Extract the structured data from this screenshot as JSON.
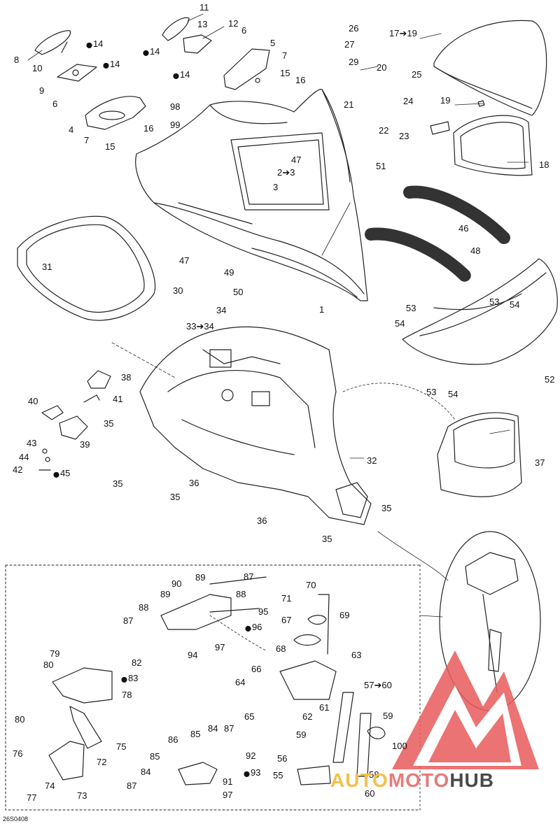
{
  "diagram": {
    "code": "26S0408",
    "labels": [
      {
        "id": "l11",
        "text": "11"
      },
      {
        "id": "l12",
        "text": "12"
      },
      {
        "id": "l13",
        "text": "13"
      },
      {
        "id": "l6a",
        "text": "6"
      },
      {
        "id": "l14a",
        "text": "14",
        "drop": true
      },
      {
        "id": "l14b",
        "text": "14",
        "drop": true
      },
      {
        "id": "l8",
        "text": "8"
      },
      {
        "id": "l10",
        "text": "10"
      },
      {
        "id": "l14c",
        "text": "14",
        "drop": true
      },
      {
        "id": "l9",
        "text": "9"
      },
      {
        "id": "l6b",
        "text": "6"
      },
      {
        "id": "l4",
        "text": "4"
      },
      {
        "id": "l16a",
        "text": "16"
      },
      {
        "id": "l7a",
        "text": "7"
      },
      {
        "id": "l15a",
        "text": "15"
      },
      {
        "id": "l5",
        "text": "5"
      },
      {
        "id": "l7b",
        "text": "7"
      },
      {
        "id": "l14d",
        "text": "14",
        "drop": true
      },
      {
        "id": "l15b",
        "text": "15"
      },
      {
        "id": "l16b",
        "text": "16"
      },
      {
        "id": "l26",
        "text": "26"
      },
      {
        "id": "l27",
        "text": "27"
      },
      {
        "id": "l29",
        "text": "29"
      },
      {
        "id": "l17",
        "text": "17➔19"
      },
      {
        "id": "l20",
        "text": "20"
      },
      {
        "id": "l25",
        "text": "25"
      },
      {
        "id": "l21",
        "text": "21"
      },
      {
        "id": "l24",
        "text": "24"
      },
      {
        "id": "l22",
        "text": "22"
      },
      {
        "id": "l23",
        "text": "23"
      },
      {
        "id": "l19",
        "text": "19"
      },
      {
        "id": "l18",
        "text": "18"
      },
      {
        "id": "l98",
        "text": "98"
      },
      {
        "id": "l99",
        "text": "99"
      },
      {
        "id": "l47a",
        "text": "47"
      },
      {
        "id": "l2",
        "text": "2➔3"
      },
      {
        "id": "l3",
        "text": "3"
      },
      {
        "id": "l51",
        "text": "51"
      },
      {
        "id": "l46",
        "text": "46"
      },
      {
        "id": "l48",
        "text": "48"
      },
      {
        "id": "l31",
        "text": "31"
      },
      {
        "id": "l30",
        "text": "30"
      },
      {
        "id": "l47b",
        "text": "47"
      },
      {
        "id": "l49",
        "text": "49"
      },
      {
        "id": "l50",
        "text": "50"
      },
      {
        "id": "l1",
        "text": "1"
      },
      {
        "id": "l53a",
        "text": "53"
      },
      {
        "id": "l54a",
        "text": "54"
      },
      {
        "id": "l53b",
        "text": "53"
      },
      {
        "id": "l54b",
        "text": "54"
      },
      {
        "id": "l52",
        "text": "52"
      },
      {
        "id": "l53c",
        "text": "53"
      },
      {
        "id": "l54c",
        "text": "54"
      },
      {
        "id": "l34",
        "text": "34"
      },
      {
        "id": "l33",
        "text": "33➔34"
      },
      {
        "id": "l38",
        "text": "38"
      },
      {
        "id": "l40",
        "text": "40"
      },
      {
        "id": "l41",
        "text": "41"
      },
      {
        "id": "l35a",
        "text": "35"
      },
      {
        "id": "l39",
        "text": "39"
      },
      {
        "id": "l43",
        "text": "43"
      },
      {
        "id": "l44",
        "text": "44"
      },
      {
        "id": "l42",
        "text": "42"
      },
      {
        "id": "l45",
        "text": "45",
        "drop": true
      },
      {
        "id": "l32",
        "text": "32"
      },
      {
        "id": "l37",
        "text": "37"
      },
      {
        "id": "l35b",
        "text": "35"
      },
      {
        "id": "l36a",
        "text": "36"
      },
      {
        "id": "l35c",
        "text": "35"
      },
      {
        "id": "l36b",
        "text": "36"
      },
      {
        "id": "l35d",
        "text": "35"
      },
      {
        "id": "l35e",
        "text": "35"
      },
      {
        "id": "l90",
        "text": "90"
      },
      {
        "id": "l89a",
        "text": "89"
      },
      {
        "id": "l87a",
        "text": "87"
      },
      {
        "id": "l89b",
        "text": "89"
      },
      {
        "id": "l88a",
        "text": "88"
      },
      {
        "id": "l88b",
        "text": "88"
      },
      {
        "id": "l95",
        "text": "95"
      },
      {
        "id": "l87b",
        "text": "87"
      },
      {
        "id": "l96",
        "text": "96",
        "drop": true
      },
      {
        "id": "l94",
        "text": "94"
      },
      {
        "id": "l97a",
        "text": "97"
      },
      {
        "id": "l70",
        "text": "70"
      },
      {
        "id": "l71",
        "text": "71"
      },
      {
        "id": "l67",
        "text": "67"
      },
      {
        "id": "l69",
        "text": "69"
      },
      {
        "id": "l68",
        "text": "68"
      },
      {
        "id": "l63",
        "text": "63"
      },
      {
        "id": "l79",
        "text": "79"
      },
      {
        "id": "l80a",
        "text": "80"
      },
      {
        "id": "l82",
        "text": "82"
      },
      {
        "id": "l83",
        "text": "83",
        "drop": true
      },
      {
        "id": "l78",
        "text": "78"
      },
      {
        "id": "l80b",
        "text": "80"
      },
      {
        "id": "l66",
        "text": "66"
      },
      {
        "id": "l64",
        "text": "64"
      },
      {
        "id": "l65",
        "text": "65"
      },
      {
        "id": "l61",
        "text": "61"
      },
      {
        "id": "l62",
        "text": "62"
      },
      {
        "id": "l57",
        "text": "57➔60"
      },
      {
        "id": "l59a",
        "text": "59"
      },
      {
        "id": "l75",
        "text": "75"
      },
      {
        "id": "l72",
        "text": "72"
      },
      {
        "id": "l76",
        "text": "76"
      },
      {
        "id": "l74",
        "text": "74"
      },
      {
        "id": "l73",
        "text": "73"
      },
      {
        "id": "l77",
        "text": "77"
      },
      {
        "id": "l86",
        "text": "86"
      },
      {
        "id": "l85a",
        "text": "85"
      },
      {
        "id": "l84a",
        "text": "84"
      },
      {
        "id": "l87c",
        "text": "87"
      },
      {
        "id": "l85b",
        "text": "85"
      },
      {
        "id": "l92",
        "text": "92"
      },
      {
        "id": "l93",
        "text": "93",
        "drop": true
      },
      {
        "id": "l84b",
        "text": "84"
      },
      {
        "id": "l91",
        "text": "91"
      },
      {
        "id": "l87d",
        "text": "87"
      },
      {
        "id": "l97b",
        "text": "97"
      },
      {
        "id": "l59b",
        "text": "59"
      },
      {
        "id": "l100",
        "text": "100"
      },
      {
        "id": "l56",
        "text": "56"
      },
      {
        "id": "l55",
        "text": "55"
      },
      {
        "id": "l58",
        "text": "58"
      },
      {
        "id": "l60",
        "text": "60"
      }
    ]
  },
  "watermark": {
    "part1": "AUTO",
    "part2": "MOTO",
    "part3": "HUB",
    "accent_yellow": "#f2c14a",
    "accent_red": "#e57b7b",
    "dark": "#4a4a4a"
  }
}
